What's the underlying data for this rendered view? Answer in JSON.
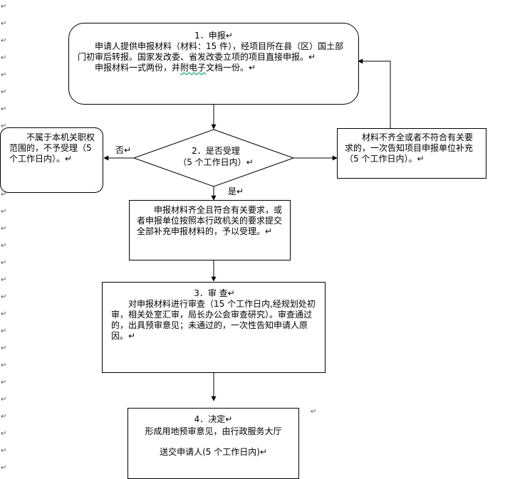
{
  "step1": {
    "title": "1．申报↵",
    "line1": "申请人提供申报材料（材料：15 件），经项目所在县（区）国土部门初审后转报。国家发改委、省发改委立项的项目直接申报。↵",
    "line2_pre": "申报材料一式两份，并",
    "line2_u": "附电子",
    "line2_post": "文档一份。↵"
  },
  "step2": {
    "title": "2．是否受理",
    "sub": "（5 个工作日内）↵"
  },
  "reject": {
    "text": "不属于本机关职权范围的，不予受理（5 个工作日内）。↵"
  },
  "incomplete": {
    "text": "材料不齐全或者不符合有关要求的，一次告知项目申报单位补充（5 个工作日内）。↵"
  },
  "labels": {
    "no": "否↵",
    "yes": "是↵"
  },
  "accept": {
    "text": "申报材料齐全且符合有关要求，或者申报单位按照本行政机关的要求提交全部补充申报材料的，予以受理。↵"
  },
  "step3": {
    "title": "3．审  查↵",
    "text": "对申报材料进行审查（15 个工作日内,经规划处初审，相关处室汇审，局长办公会审查研究）。审查通过的，出具预审意见；未通过的，一次性告知申请人原因。↵"
  },
  "step4": {
    "title": "4．决定↵",
    "line1": "形成用地预审意见，由行政服务大厅",
    "line2": "送交申请人(5 个工作日内)↵"
  },
  "stray_mark": "↵",
  "margin_mark": "↵"
}
